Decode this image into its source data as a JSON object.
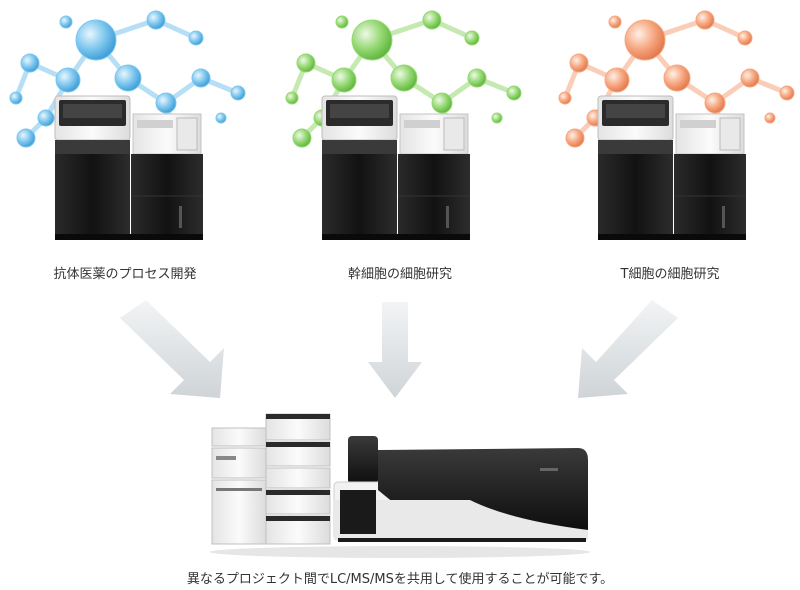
{
  "captions": {
    "antibody": "抗体医薬のプロセス開発",
    "stem_cell": "幹細胞の細胞研究",
    "t_cell": "T細胞の細胞研究",
    "bottom": "異なるプロジェクト間でLC/MS/MSを共用して使用することが可能です。"
  },
  "colors": {
    "blue_molecule": "#5fb8e8",
    "green_molecule": "#7fce5a",
    "orange_molecule": "#f3956a",
    "arrow": "#d8dcdf",
    "instrument_dark": "#1e1e1e",
    "instrument_light": "#f0f0f0"
  },
  "icons": {
    "molecule": "molecule-cluster",
    "instrument": "cell-culture-analyzer",
    "lcms": "lc-ms-ms-system"
  }
}
